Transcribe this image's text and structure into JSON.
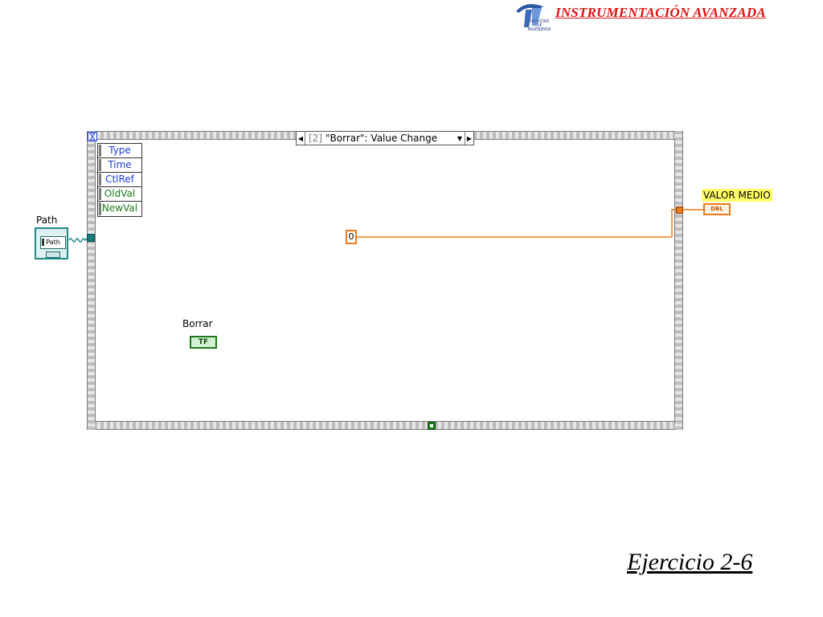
{
  "header": {
    "title": "INSTRUMENTACIÓN AVANZADA",
    "logo_caption": "FACULTAD DE INGENIERÍA"
  },
  "event_structure": {
    "case_index": "[2]",
    "case_label": "\"Borrar\": Value Change",
    "event_data_fields": [
      "Type",
      "Time",
      "CtlRef",
      "OldVal",
      "NewVal"
    ]
  },
  "controls": {
    "path_label": "Path",
    "path_glyph": "Path",
    "borrar_label": "Borrar",
    "borrar_glyph": "TF"
  },
  "constants": {
    "zero": "0"
  },
  "indicators": {
    "valor_medio_label": "VALOR MEDIO",
    "valor_medio_type": "DBL"
  },
  "footer": {
    "title": "Ejercicio 2-6"
  },
  "colors": {
    "header_red": "#e01010",
    "wire_orange": "#f07a1a",
    "path_teal": "#1f8a8a",
    "boolean_green": "#1a7a1a",
    "event_blue": "#1a3fd0"
  }
}
